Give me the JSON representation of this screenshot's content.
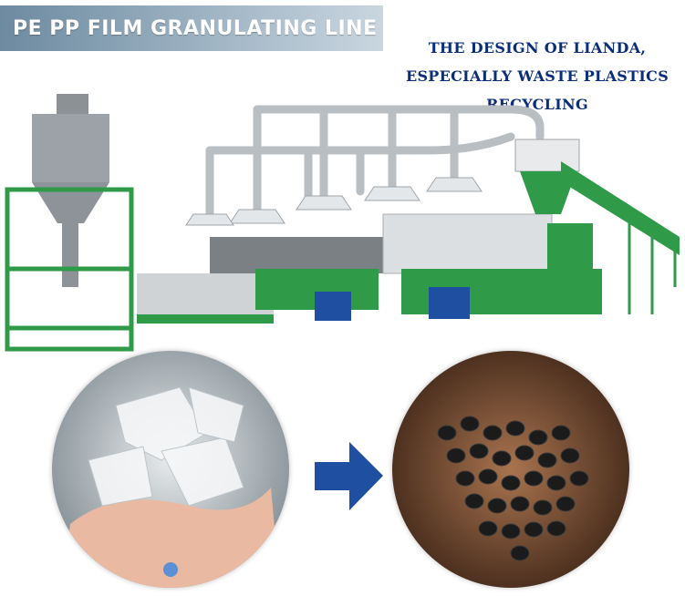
{
  "header": {
    "title": "PE PP FILM GRANULATING LINE",
    "tagline_lines": [
      "THE DESIGN OF LIANDA,",
      "ESPECIALLY WASTE PLASTICS",
      "RECYCLING"
    ]
  },
  "colors": {
    "banner": "#7f98ac",
    "tagline": "#0b2e7a",
    "machine_green": "#2f9a48",
    "machine_grey": "#dcdfe1",
    "arrow_blue": "#1f4fa0"
  },
  "images": {
    "machine": "granulating-line-machine",
    "input": "film-flakes-in-hand",
    "output": "black-pellets-in-hand"
  }
}
